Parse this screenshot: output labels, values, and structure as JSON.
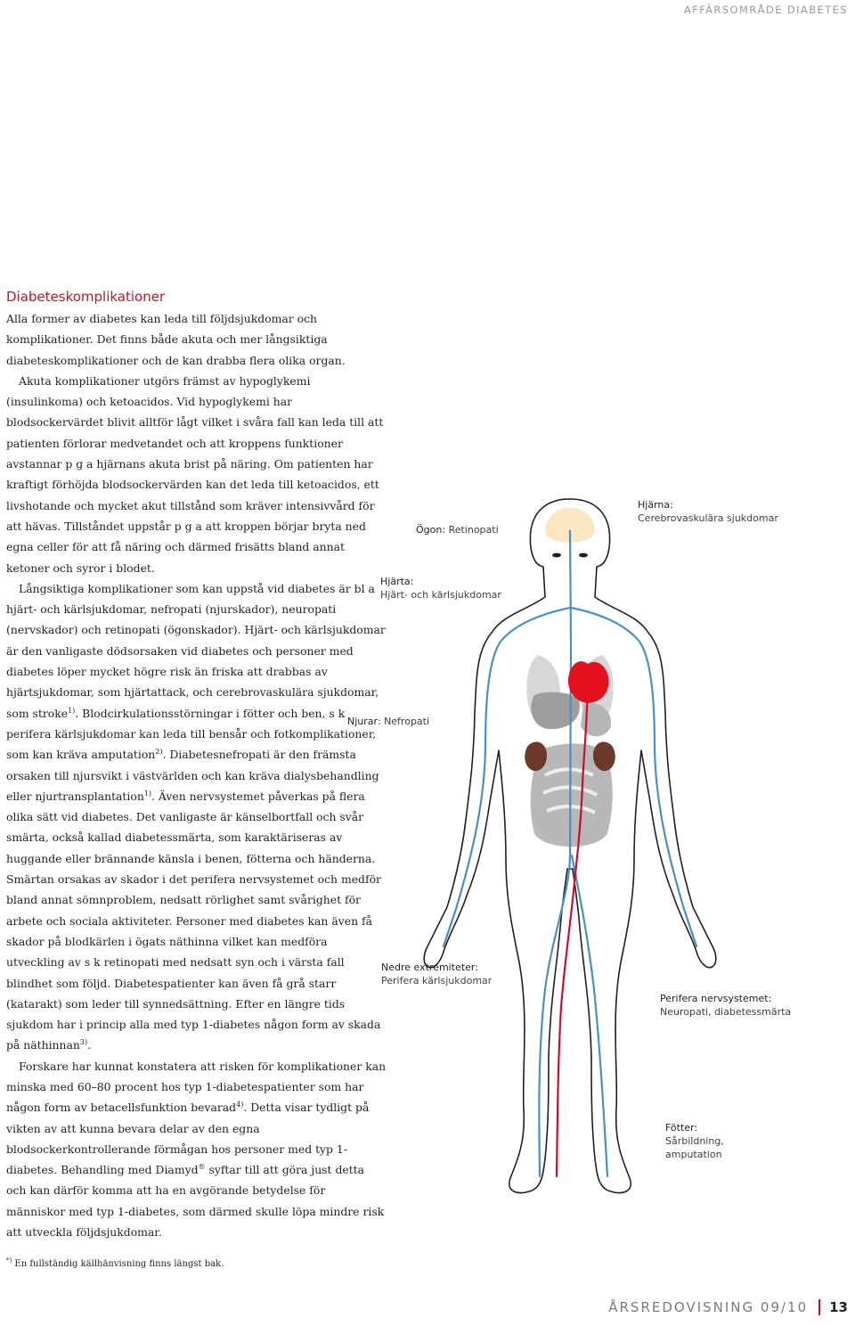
{
  "header": {
    "section": "AFFÄRSOMRÅDE DIABETES"
  },
  "article": {
    "title": "Diabeteskomplikationer",
    "p1": "Alla former av diabetes kan leda till följdsjukdomar och komplikationer. Det finns både akuta och mer långsiktiga diabeteskomplikationer och de kan drabba flera olika organ.",
    "p2": "Akuta komplikationer utgörs främst av hypoglykemi (insulinkoma) och ketoacidos. Vid hypoglykemi har blodsockervärdet blivit alltför lågt vilket i svåra fall kan leda till att patienten förlorar medvetandet och att kroppens funktioner avstannar p g a hjärnans akuta brist på näring. Om patienten har kraftigt förhöjda blodsockervärden kan det leda till ketoacidos, ett livshotande och mycket akut tillstånd som kräver intensivvård för att hävas. Tillståndet uppstår p g a att kroppen börjar bryta ned egna celler för att få näring och därmed frisätts bland annat ketoner och syror i blodet.",
    "p3a": "Långsiktiga komplikationer som kan uppstå vid diabetes är bl a hjärt- och kärlsjukdomar, nefropati (njurskador), neuropati (nervskador) och retinopati (ögonskador). Hjärt- och kärlsjukdomar är den vanligaste dödsorsaken vid diabetes och personer med diabetes löper mycket högre risk än friska att drabbas av hjärtsjukdomar, som hjärtattack, och cerebrovaskulära sjukdomar, som stroke",
    "p3b": ". Blodcirkulationsstörningar i fötter och ben, s k perifera kärlsjukdomar kan leda till bensår och fotkomplikationer, som kan kräva amputation",
    "p3c": ". Diabetesnefropati är den främsta orsaken till njursvikt i västvärlden och kan kräva dialysbehandling eller njurtransplantation",
    "p3d": ". Även nervsystemet påverkas på flera olika sätt vid diabetes. Det vanligaste är känselbortfall och svår smärta, också kallad diabetessmärta, som karaktäriseras av huggande eller brännande känsla i benen, fötterna och händerna. Smärtan orsakas av skador i det perifera nervsystemet och medför bland annat sömnproblem, nedsatt rörlighet samt svårighet för arbete och sociala aktiviteter. Personer med diabetes kan även få skador på blodkärlen i ögats näthinna vilket kan medföra utveckling av s k retinopati med nedsatt syn och i värsta fall blindhet som följd. Diabetespatienter kan även få grå starr (katarakt) som leder till synnedsättning. Efter en längre tids sjukdom har i princip alla med typ 1-diabetes någon form av skada på näthinnan",
    "p3e": ".",
    "p4a": "Forskare har kunnat konstatera att risken för komplikationer kan minska med 60–80 procent hos typ 1-diabetespatienter som har någon form av betacellsfunktion bevarad",
    "p4b": ". Detta visar tydligt på vikten av att kunna bevara delar av den egna blodsockerkontrollerande förmågan hos personer med typ 1-diabetes. Behandling med Diamyd",
    "p4c": " syftar till att göra just detta och kan därför komma att ha en avgörande betydelse för människor med typ 1-diabetes, som därmed skulle löpa mindre risk att utveckla följdsjukdomar.",
    "ref1": "1)",
    "ref2": "2)",
    "ref4": "4)",
    "ref3": "3)",
    "reg": "®"
  },
  "footnote": {
    "marker": "*)",
    "text": " En fullständig källhänvisning finns längst bak."
  },
  "diagram": {
    "labels": [
      {
        "key": "Hjärna:",
        "value": "Cerebrovaskulära sjukdomar"
      },
      {
        "key": "Ögon:",
        "value": "Retinopati"
      },
      {
        "key": "Hjärta:",
        "value": "Hjärt- och kärlsjukdomar"
      },
      {
        "key": "Njurar:",
        "value": "Nefropati"
      },
      {
        "key": "Nedre extremiteter:",
        "value": "Perifera kärlsjukdomar"
      },
      {
        "key": "Perifera nervsystemet:",
        "value": "Neuropati, diabetessmärta"
      },
      {
        "key": "Fötter:",
        "value": "Sårbildning,",
        "value2": "amputation"
      }
    ],
    "colors": {
      "nerve": "#4a8fc4",
      "artery": "#c8102e",
      "heart": "#e3101e",
      "kidney": "#6b3a28",
      "brain": "#fbe6c2",
      "organ_gray": "#b8b8b8",
      "accent": "#b8192b"
    }
  },
  "footer": {
    "report": "ÅRSREDOVISNING 09/10",
    "page": "13"
  }
}
